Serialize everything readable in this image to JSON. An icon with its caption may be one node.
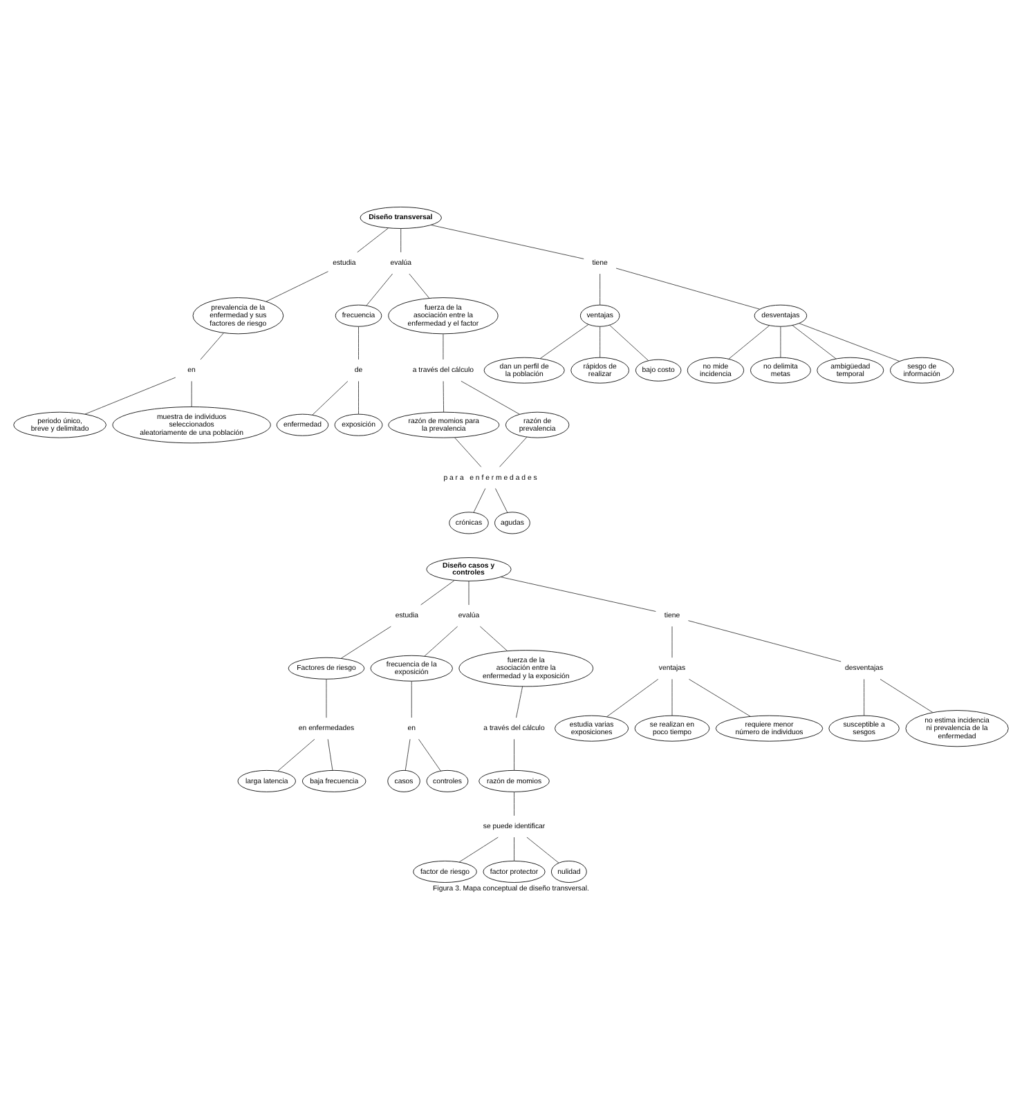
{
  "diagram": {
    "caption": "Figura 3. Mapa conceptual de diseño transversal.",
    "nodes": [
      {
        "text": [
          "Diseño transversal"
        ]
      },
      {
        "text": [
          "estudia"
        ]
      },
      {
        "text": [
          "evalúa"
        ]
      },
      {
        "text": [
          "tiene"
        ]
      },
      {
        "text": [
          "prevalencia de la enfermedad y sus factores de riesgo"
        ]
      },
      {
        "text": [
          "en"
        ]
      },
      {
        "text": [
          "periodo único, breve y delimitado"
        ]
      },
      {
        "text": [
          "muestra de individuos seleccionados aleatoriamente de una población"
        ]
      },
      {
        "text": [
          "frecuencia"
        ]
      },
      {
        "text": [
          "fuerza de la asociación entre la enfermedad y el factor"
        ]
      },
      {
        "text": [
          "de"
        ]
      },
      {
        "text": [
          "enfermedad"
        ]
      },
      {
        "text": [
          "exposición"
        ]
      },
      {
        "text": [
          "a través del cálculo"
        ]
      },
      {
        "text": [
          "razón de momios para la prevalencia"
        ]
      },
      {
        "text": [
          "razón de prevalencia"
        ]
      },
      {
        "text": [
          "p a r a   e n f e r m e d a d e s"
        ]
      },
      {
        "text": [
          "crónicas"
        ]
      },
      {
        "text": [
          "agudas"
        ]
      },
      {
        "text": [
          "ventajas"
        ]
      },
      {
        "text": [
          "desventajas"
        ]
      },
      {
        "text": [
          "dan un perfil de la población"
        ]
      },
      {
        "text": [
          "rápidos de realizar"
        ]
      },
      {
        "text": [
          "bajo costo"
        ]
      },
      {
        "text": [
          "no mide incidencia"
        ]
      },
      {
        "text": [
          "no delimita metas"
        ]
      },
      {
        "text": [
          "ambigüedad temporal"
        ]
      },
      {
        "text": [
          "sesgo de información"
        ]
      },
      {
        "text": [
          "Diseño casos y controles"
        ]
      },
      {
        "text": [
          "estudia"
        ]
      },
      {
        "text": [
          "evalúa"
        ]
      },
      {
        "text": [
          "tiene"
        ]
      },
      {
        "text": [
          "Factores de riesgo"
        ]
      },
      {
        "text": [
          "en enfermedades"
        ]
      },
      {
        "text": [
          "larga latencia"
        ]
      },
      {
        "text": [
          "baja frecuencia"
        ]
      },
      {
        "text": [
          "frecuencia de la exposición"
        ]
      },
      {
        "text": [
          "fuerza de la asociación entre la enfermedad y la exposición"
        ]
      },
      {
        "text": [
          "en"
        ]
      },
      {
        "text": [
          "casos"
        ]
      },
      {
        "text": [
          "controles"
        ]
      },
      {
        "text": [
          "a través del cálculo"
        ]
      },
      {
        "text": [
          "razón de momios"
        ]
      },
      {
        "text": [
          "se puede identificar"
        ]
      },
      {
        "text": [
          "factor de riesgo"
        ]
      },
      {
        "text": [
          "factor protector"
        ]
      },
      {
        "text": [
          "nulidad"
        ]
      },
      {
        "text": [
          "ventajas"
        ]
      },
      {
        "text": [
          "desventajas"
        ]
      },
      {
        "text": [
          "estudia varias exposiciones"
        ]
      },
      {
        "text": [
          "se realizan en poco tiempo"
        ]
      },
      {
        "text": [
          "requiere menor número de individuos"
        ]
      },
      {
        "text": [
          "susceptible a sesgos"
        ]
      },
      {
        "text": [
          "no estima incidencia ni prevalencia de la enfermedad"
        ]
      }
    ],
    "edges": [
      {
        "from": 0,
        "to": 1,
        "arrow": "none"
      },
      {
        "from": 0,
        "to": 2,
        "arrow": "none"
      },
      {
        "from": 0,
        "to": 3,
        "arrow": "none"
      },
      {
        "from": 1,
        "to": 4,
        "arrow": "none"
      },
      {
        "from": 4,
        "to": 5,
        "arrow": "none"
      },
      {
        "from": 5,
        "to": 6,
        "arrow": "none"
      },
      {
        "from": 5,
        "to": 7,
        "arrow": "none"
      },
      {
        "from": 2,
        "to": 8,
        "arrow": "none"
      },
      {
        "from": 2,
        "to": 9,
        "arrow": "none"
      },
      {
        "from": 8,
        "to": 10,
        "arrow": "none"
      },
      {
        "from": 10,
        "to": 11,
        "arrow": "none"
      },
      {
        "from": 10,
        "to": 12,
        "arrow": "none"
      },
      {
        "from": 9,
        "to": 13,
        "arrow": "none"
      },
      {
        "from": 13,
        "to": 14,
        "arrow": "none"
      },
      {
        "from": 13,
        "to": 15,
        "arrow": "none"
      },
      {
        "from": 14,
        "to": 16,
        "arrow": "none"
      },
      {
        "from": 15,
        "to": 16,
        "arrow": "none"
      },
      {
        "from": 16,
        "to": 17,
        "arrow": "none"
      },
      {
        "from": 16,
        "to": 18,
        "arrow": "none"
      },
      {
        "from": 3,
        "to": 19,
        "arrow": "none"
      },
      {
        "from": 3,
        "to": 20,
        "arrow": "none"
      },
      {
        "from": 19,
        "to": 21,
        "arrow": "none"
      },
      {
        "from": 19,
        "to": 22,
        "arrow": "none"
      },
      {
        "from": 19,
        "to": 23,
        "arrow": "none"
      },
      {
        "from": 20,
        "to": 24,
        "arrow": "none"
      },
      {
        "from": 20,
        "to": 25,
        "arrow": "none"
      },
      {
        "from": 20,
        "to": 26,
        "arrow": "none"
      },
      {
        "from": 20,
        "to": 27,
        "arrow": "none"
      },
      {
        "from": 28,
        "to": 29,
        "arrow": "none"
      },
      {
        "from": 28,
        "to": 30,
        "arrow": "none"
      },
      {
        "from": 28,
        "to": 31,
        "arrow": "none"
      },
      {
        "from": 29,
        "to": 32,
        "arrow": "none"
      },
      {
        "from": 32,
        "to": 33,
        "arrow": "none"
      },
      {
        "from": 33,
        "to": 34,
        "arrow": "none"
      },
      {
        "from": 33,
        "to": 35,
        "arrow": "none"
      },
      {
        "from": 30,
        "to": 36,
        "arrow": "none"
      },
      {
        "from": 30,
        "to": 37,
        "arrow": "none"
      },
      {
        "from": 36,
        "to": 38,
        "arrow": "none"
      },
      {
        "from": 38,
        "to": 39,
        "arrow": "none"
      },
      {
        "from": 38,
        "to": 40,
        "arrow": "none"
      },
      {
        "from": 37,
        "to": 41,
        "arrow": "none"
      },
      {
        "from": 41,
        "to": 42,
        "arrow": "none"
      },
      {
        "from": 42,
        "to": 43,
        "arrow": "none"
      },
      {
        "from": 43,
        "to": 44,
        "arrow": "none"
      },
      {
        "from": 43,
        "to": 45,
        "arrow": "none"
      },
      {
        "from": 43,
        "to": 46,
        "arrow": "none"
      },
      {
        "from": 31,
        "to": 47,
        "arrow": "none"
      },
      {
        "from": 31,
        "to": 48,
        "arrow": "none"
      },
      {
        "from": 47,
        "to": 49,
        "arrow": "none"
      },
      {
        "from": 47,
        "to": 50,
        "arrow": "none"
      },
      {
        "from": 47,
        "to": 51,
        "arrow": "none"
      },
      {
        "from": 48,
        "to": 52,
        "arrow": "none"
      },
      {
        "from": 48,
        "to": 53,
        "arrow": "none"
      }
    ]
  }
}
